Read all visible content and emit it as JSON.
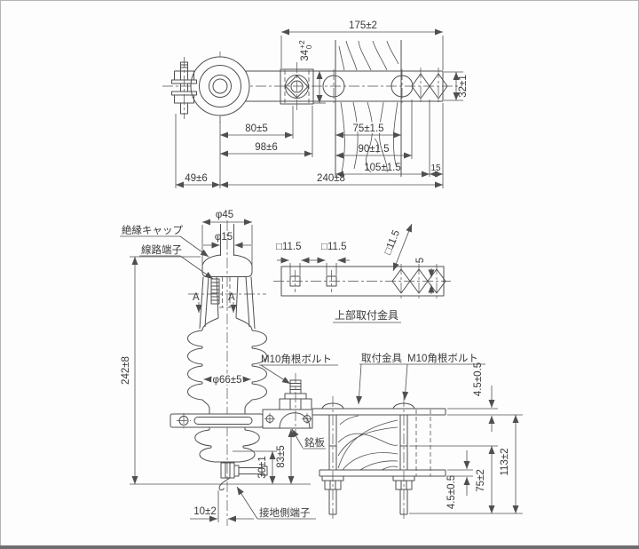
{
  "frame": {
    "bg": "#fdfdfd",
    "line": "#4f4f4f",
    "accent_border": "#6f6f6f"
  },
  "top_view": {
    "dim_arm": "175±2",
    "dim_block_h": "34",
    "dim_block_h_tol_plus": "+2",
    "dim_block_h_tol_minus": "0",
    "dim_arm_h": "32±1",
    "dim_80": "80±5",
    "dim_98": "98±6",
    "dim_75": "75±1.5",
    "dim_90": "90±1.5",
    "dim_105": "105±1.5",
    "dim_15": "15",
    "dim_left_offset": "49±6",
    "dim_total_width": "240±8"
  },
  "front_view": {
    "label_insulation_cap": "絶縁キャップ",
    "label_line_terminal": "線路端子",
    "label_nameplate": "銘板",
    "label_ground_terminal": "接地側端子",
    "label_square_bolt": "M10角根ボルト",
    "section_mark": "A",
    "dim_cap_dia": "φ45",
    "dim_stem_dia": "φ15",
    "dim_height": "242±8",
    "dim_body_dia": "φ66±5",
    "dim_83": "83±5",
    "dim_30": "30±1",
    "dim_10": "10±2"
  },
  "upper_bracket_view": {
    "title": "上部取付金具",
    "dim_hole1": "□11.5",
    "dim_hole2": "□11.5",
    "dim_hole3": "□11.5",
    "dim_notch": "5"
  },
  "mount_view": {
    "label_bracket": "取付金具",
    "label_square_bolt": "M10角根ボルト",
    "dim_plate_top": "4.5±0.5",
    "dim_plate_bottom": "4.5±0.5",
    "dim_bolt_75": "75±2",
    "dim_overall": "113±2"
  }
}
